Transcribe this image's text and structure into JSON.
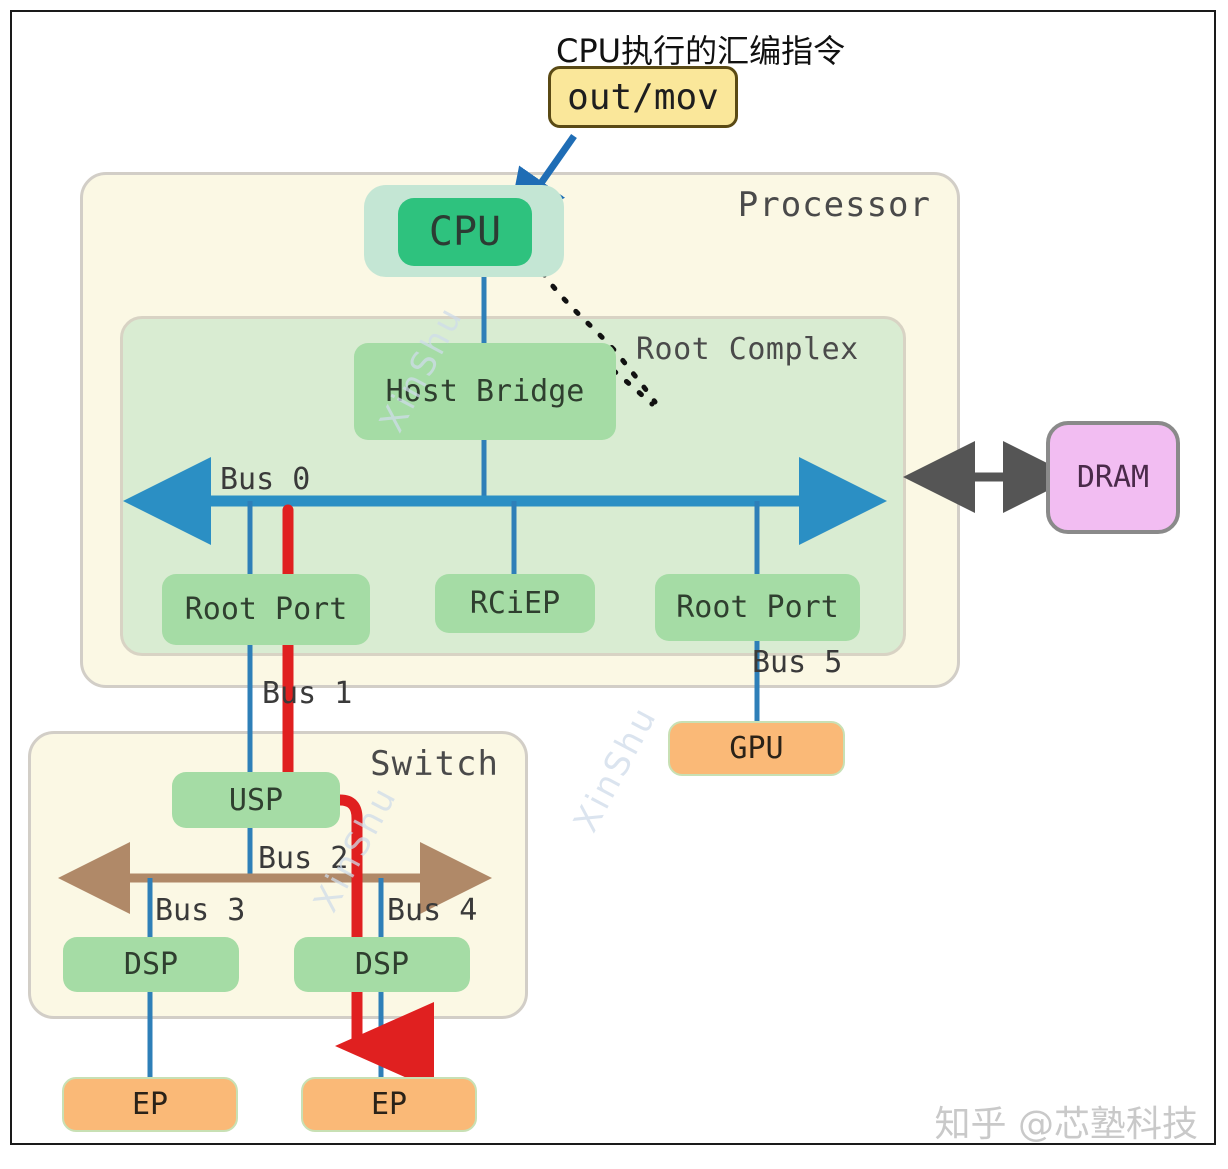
{
  "diagram": {
    "title_annotation": "CPU执行的汇编指令",
    "instruction_box": "out/mov",
    "containers": [
      {
        "name": "processor",
        "label": "Processor"
      },
      {
        "name": "switch",
        "label": "Switch"
      }
    ],
    "root_complex_label": "Root Complex",
    "nodes": {
      "cpu": "CPU",
      "host_bridge": "Host Bridge",
      "root_port_left": "Root Port",
      "rciep": "RCiEP",
      "root_port_right": "Root Port",
      "gpu": "GPU",
      "dram": "DRAM",
      "usp": "USP",
      "dsp_left": "DSP",
      "dsp_right": "DSP",
      "ep_left": "EP",
      "ep_right": "EP"
    },
    "bus_labels": {
      "bus0": "Bus 0",
      "bus1": "Bus 1",
      "bus2": "Bus 2",
      "bus3": "Bus 3",
      "bus4": "Bus 4",
      "bus5": "Bus 5"
    },
    "watermarks": {
      "diagonal": "XinShu",
      "corner": "知乎 @芯塾科技"
    },
    "colors": {
      "bus0_blue": "#2b8fc4",
      "bus2_brown": "#b08968",
      "link_blue": "#2e7fb8",
      "flow_red": "#e02020",
      "dram_arrow_gray": "#555555",
      "pointer_blue": "#1f6db5",
      "cpu_green": "#2ec27e",
      "node_green": "#a5dca5",
      "node_orange": "#fab977",
      "dram_pink": "#f2bdf2",
      "instruction_yellow": "#fae79a",
      "container_cream": "#fbf8e4",
      "root_complex_green": "#d9ecd2"
    }
  }
}
